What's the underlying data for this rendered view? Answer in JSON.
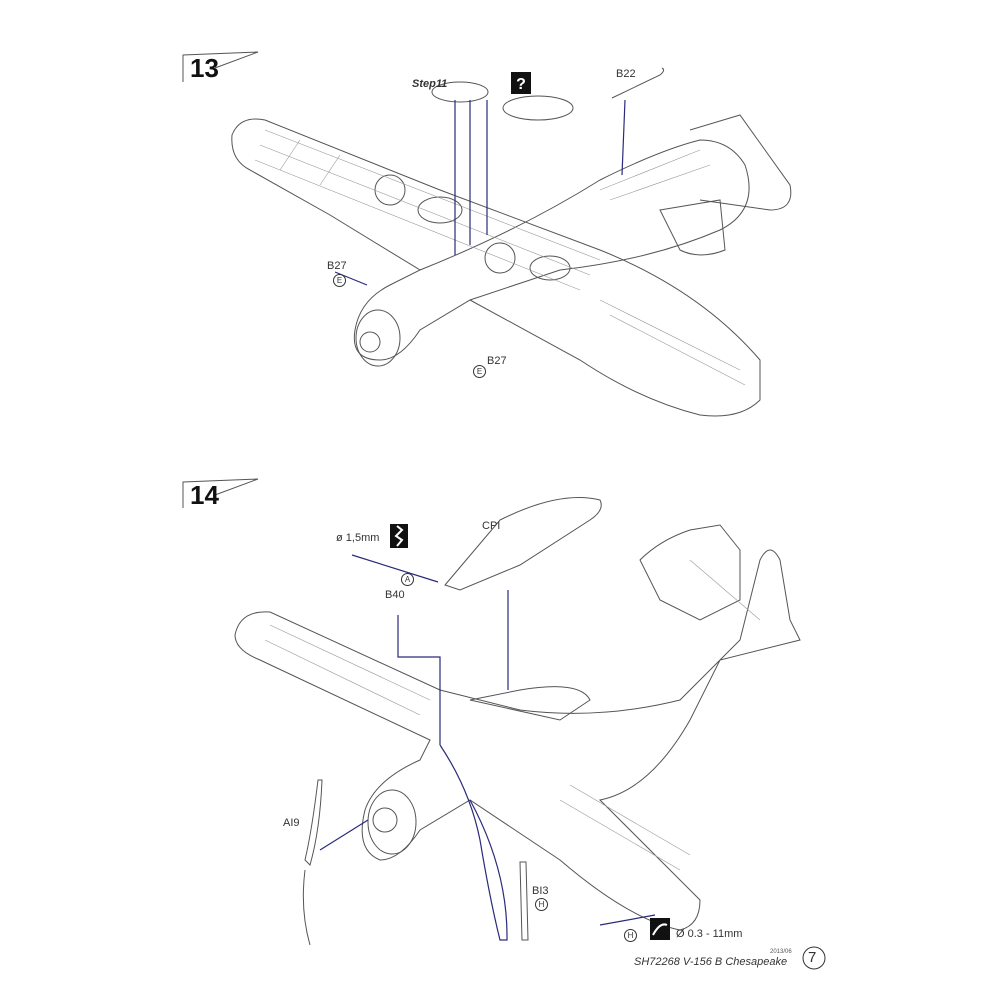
{
  "steps": [
    {
      "number": "13",
      "labels": {
        "ref_step": "Step11",
        "question_mark": "?",
        "b22": "B22",
        "b27_left": "B27",
        "b27_bottom": "B27",
        "glue_e_left": "E",
        "glue_e_bottom": "E"
      }
    },
    {
      "number": "14",
      "labels": {
        "drill_size": "ø 1,5mm",
        "cp1": "CPI",
        "glue_a": "A",
        "b40": "B40",
        "a19": "AI9",
        "b13": "BI3",
        "glue_h_b13": "H",
        "glue_h_wire": "H",
        "wire_spec": "Ø 0.3 - 11mm"
      }
    }
  ],
  "footer": {
    "date": "2013/06",
    "product": "SH72268 V-156 B Chesapeake",
    "page_number": "7"
  }
}
